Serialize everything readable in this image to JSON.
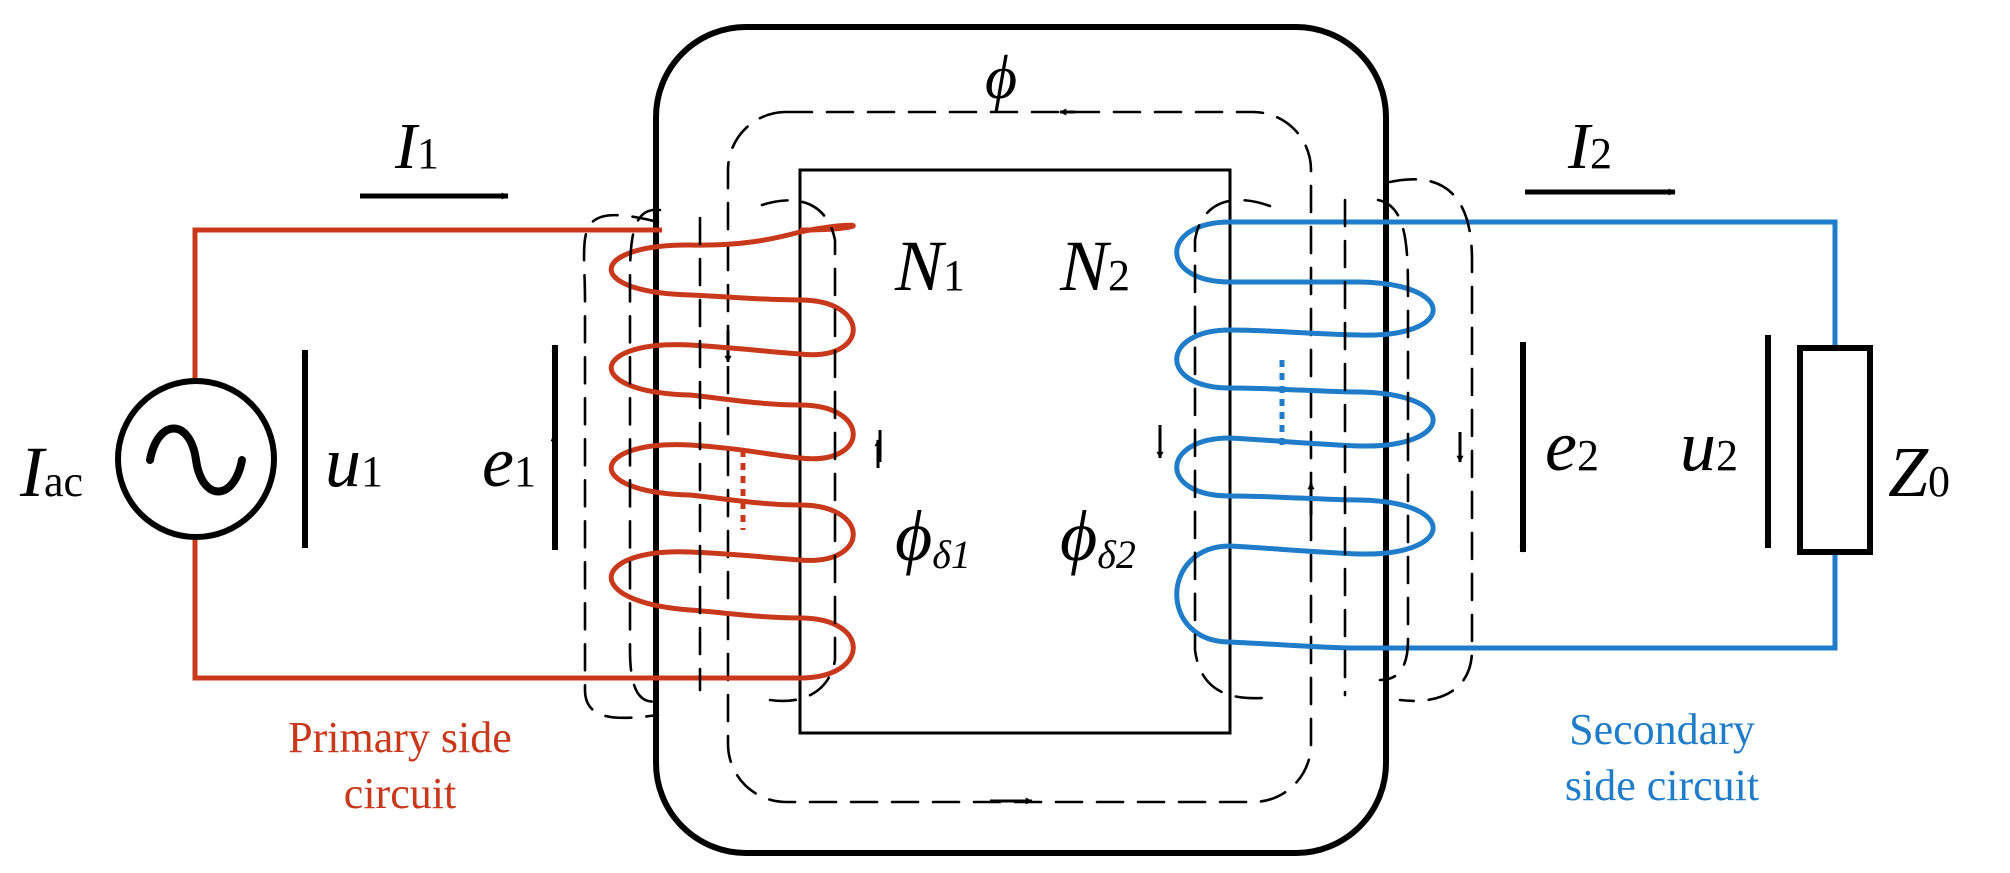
{
  "colors": {
    "primary": "#c8381a",
    "secondary": "#1f7cc8",
    "ink": "#000000"
  },
  "labels": {
    "flux": "ϕ",
    "i1_main": "I",
    "i1_sub": "1",
    "i2_main": "I",
    "i2_sub": "2",
    "iac_main": "I",
    "iac_sub": "ac",
    "u1_main": "u",
    "u1_sub": "1",
    "e1_main": "e",
    "e1_sub": "1",
    "n1_main": "N",
    "n1_sub": "1",
    "n2_main": "N",
    "n2_sub": "2",
    "leak1_main": "ϕ",
    "leak1_sub": "δ1",
    "leak2_main": "ϕ",
    "leak2_sub": "δ2",
    "e2_main": "e",
    "e2_sub": "2",
    "u2_main": "u",
    "u2_sub": "2",
    "z0_main": "Z",
    "z0_sub": "0"
  },
  "captions": {
    "primary_line1": "Primary side",
    "primary_line2": "circuit",
    "secondary_line1": "Secondary",
    "secondary_line2": "side circuit"
  },
  "icons": {
    "source": "ac-source-icon",
    "load": "load-impedance-icon"
  }
}
